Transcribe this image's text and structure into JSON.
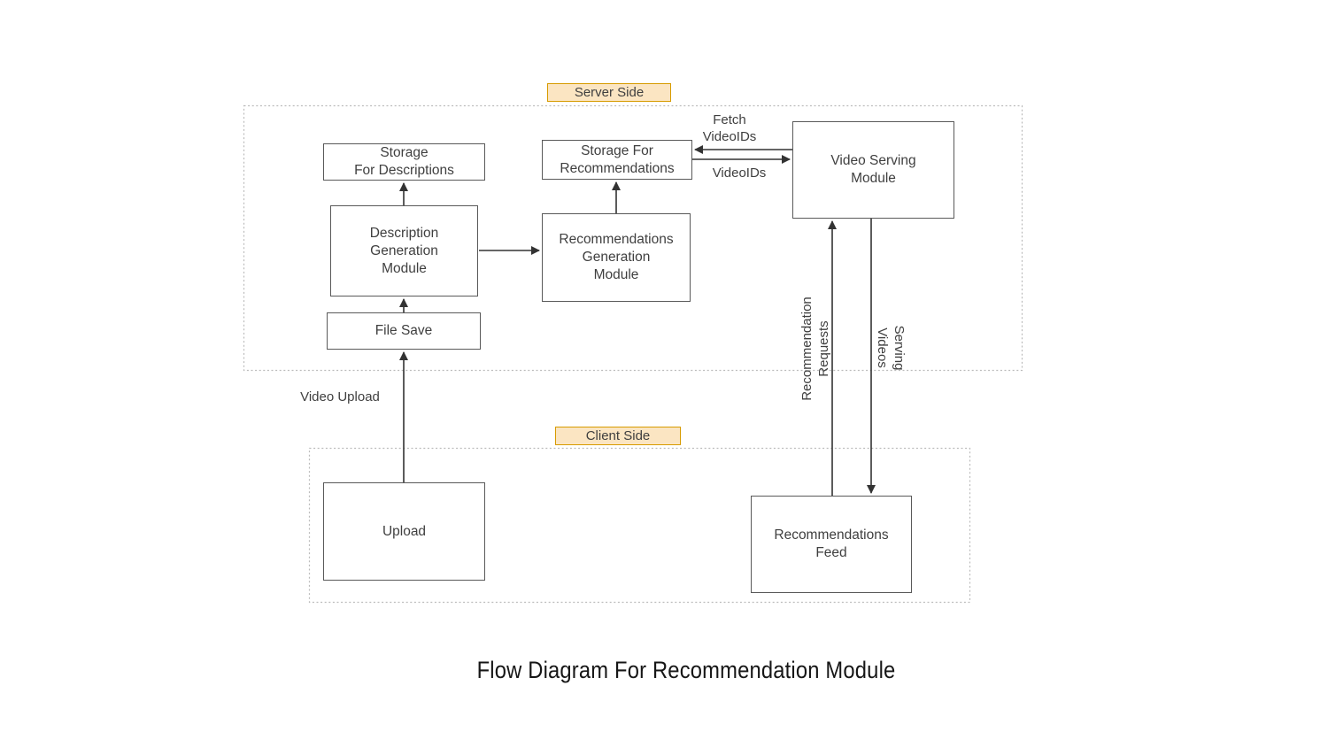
{
  "diagram": {
    "title": "Flow Diagram For Recommendation Module",
    "groups": {
      "server": {
        "label": "Server Side"
      },
      "client": {
        "label": "Client Side"
      }
    },
    "nodes": {
      "storage_descriptions": {
        "label": "Storage\nFor Descriptions"
      },
      "description_generation": {
        "label": "Description\nGeneration\nModule"
      },
      "file_save": {
        "label": "File Save"
      },
      "storage_recommendations": {
        "label": "Storage For\nRecommendations"
      },
      "recommendations_generation": {
        "label": "Recommendations\nGeneration\nModule"
      },
      "video_serving": {
        "label": "Video Serving\nModule"
      },
      "upload": {
        "label": "Upload"
      },
      "recommendations_feed": {
        "label": "Recommendations\nFeed"
      }
    },
    "edge_labels": {
      "fetch_videoids": "Fetch\nVideoIDs",
      "videoids": "VideoIDs",
      "video_upload": "Video Upload",
      "recommendation_requests": "Recommendation\nRequests",
      "serving_videos": "Serving\nVideos"
    },
    "colors": {
      "group_label_fill": "#FBE5C2",
      "group_label_border": "#D79B00",
      "box_border": "#595959",
      "text": "#3F3F3F",
      "dashed_border": "#BBBBBB",
      "arrow": "#333333"
    }
  }
}
